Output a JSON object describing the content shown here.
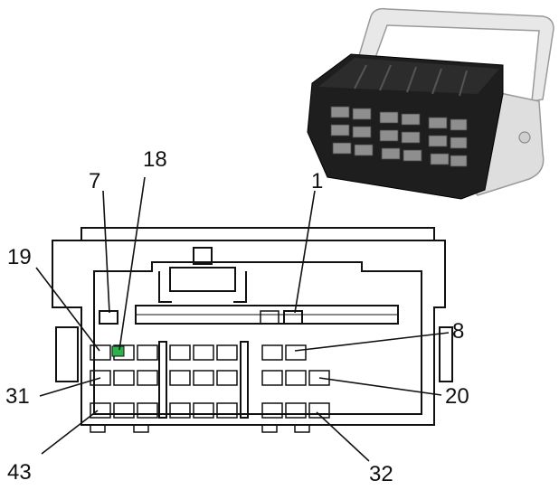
{
  "colors": {
    "outline": "#111111",
    "background": "#ffffff",
    "highlight_pin": "#2bb34a",
    "photo_latch": "#e6e6e6",
    "photo_body": "#1c1c1c"
  },
  "diagram": {
    "photo": {
      "icon": "connector-photo"
    },
    "highlighted_pin": "18",
    "pin_labels": [
      {
        "id": "pin-1",
        "text": "1"
      },
      {
        "id": "pin-7",
        "text": "7"
      },
      {
        "id": "pin-8",
        "text": "8"
      },
      {
        "id": "pin-18",
        "text": "18"
      },
      {
        "id": "pin-19",
        "text": "19"
      },
      {
        "id": "pin-20",
        "text": "20"
      },
      {
        "id": "pin-31",
        "text": "31"
      },
      {
        "id": "pin-32",
        "text": "32"
      },
      {
        "id": "pin-43",
        "text": "43"
      }
    ]
  }
}
